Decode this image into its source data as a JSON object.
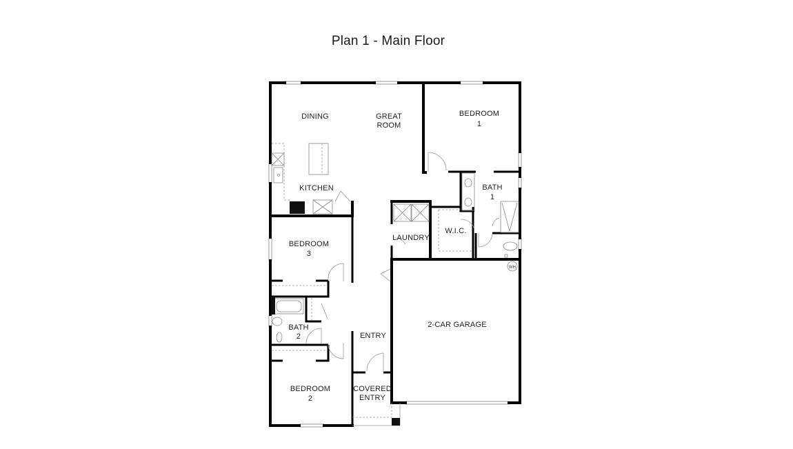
{
  "title": "Plan 1  - Main Floor",
  "rooms": {
    "dining": [
      "DINING"
    ],
    "great_room": [
      "GREAT",
      "ROOM"
    ],
    "bedroom1": [
      "BEDROOM",
      "1"
    ],
    "kitchen": [
      "KITCHEN"
    ],
    "bath1": [
      "BATH",
      "1"
    ],
    "laundry": [
      "LAUNDRY"
    ],
    "wic": [
      "W.I.C."
    ],
    "bedroom3": [
      "BEDROOM",
      "3"
    ],
    "bath2": [
      "BATH",
      "2"
    ],
    "entry": [
      "ENTRY"
    ],
    "garage": [
      "2-CAR GARAGE"
    ],
    "bedroom2": [
      "BEDROOM",
      "2"
    ],
    "covered_entry": [
      "COVERED",
      "ENTRY"
    ],
    "water_heater": [
      "WH"
    ]
  }
}
